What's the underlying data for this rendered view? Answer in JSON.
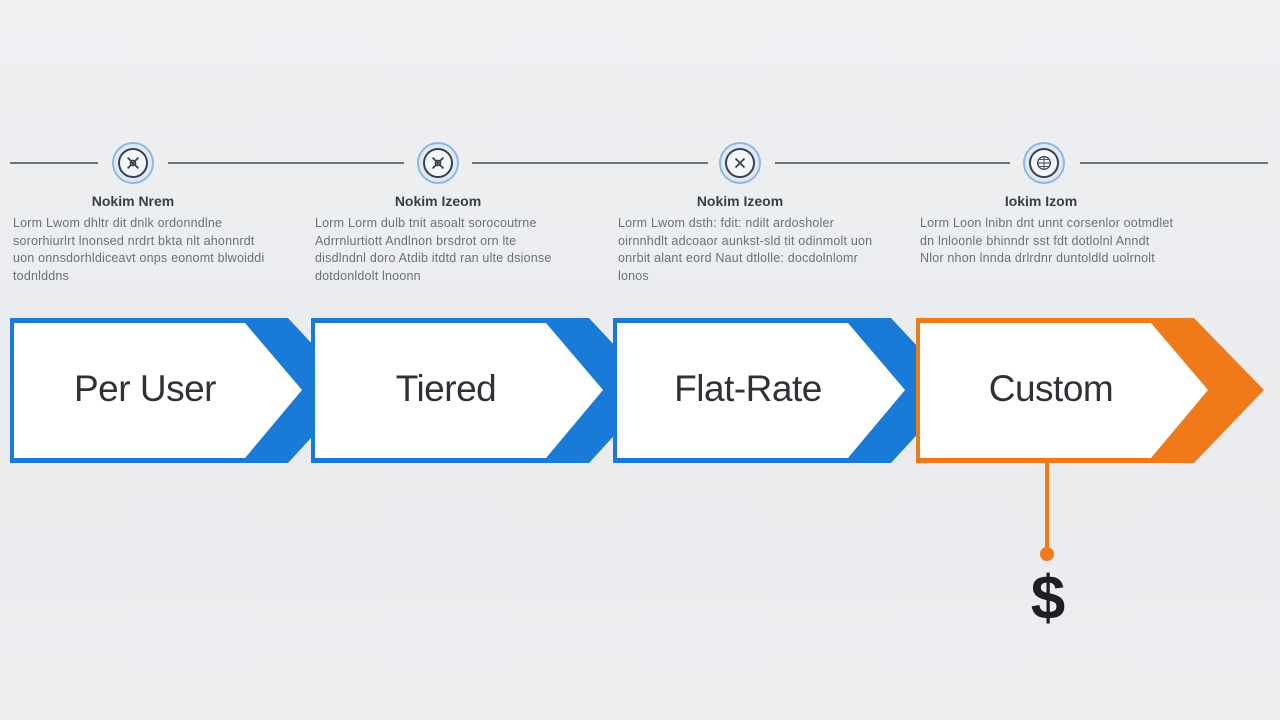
{
  "steps": [
    {
      "title": "Nokim Nrem",
      "description": "Lorm Lwom dhltr dit dnlk ordonndlne sororhiurlrt lnonsed nrdrt bkta nlt ahonnrdt uon onnsdorhldiceavt onps eonomt blwoiddi todnlddns",
      "label": "Per User",
      "icon": "tool-icon",
      "color": "#1a7ad8"
    },
    {
      "title": "Nokim Izeom",
      "description": "Lorm Lorm dulb tnit asoalt sorocoutrne Adrrnlurtiott Andlnon brsdrot orn lte disdlndnl doro Atdib itdtd ran ulte dsionse dotdonldolt lnoonn",
      "label": "Tiered",
      "icon": "tool-icon",
      "color": "#1a7ad8"
    },
    {
      "title": "Nokim Izeom",
      "description": "Lorm Lwom dsth: fdit: ndilt ardosholer oirnnhdlt adcoaor aunkst-sld tit odinmolt uon onrbit alant eord Naut dtlolle: docdolnlomr lonos",
      "label": "Flat-Rate",
      "icon": "tool-icon",
      "color": "#1a7ad8"
    },
    {
      "title": "Iokim Izom",
      "description": "Lorm Loon lnibn dnt unnt corsenlor ootmdlet dn lnloonle bhinndr sst fdt dotlolnl Anndt Nlor nhon lnnda drlrdnr duntoldld uolrnolt",
      "label": "Custom",
      "icon": "globe-icon",
      "color": "#f07a1a"
    }
  ],
  "dollar_symbol": "$"
}
